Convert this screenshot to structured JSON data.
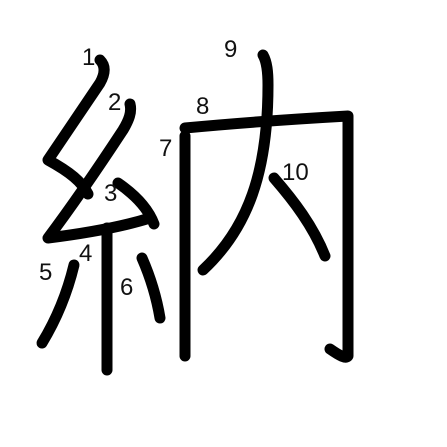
{
  "diagram": {
    "character": "納",
    "stroke_count": 10,
    "stroke_color": "#000000",
    "label_color": "#111111",
    "background_color": "#ffffff",
    "labels": [
      "1",
      "2",
      "3",
      "4",
      "5",
      "6",
      "7",
      "8",
      "9",
      "10"
    ]
  }
}
